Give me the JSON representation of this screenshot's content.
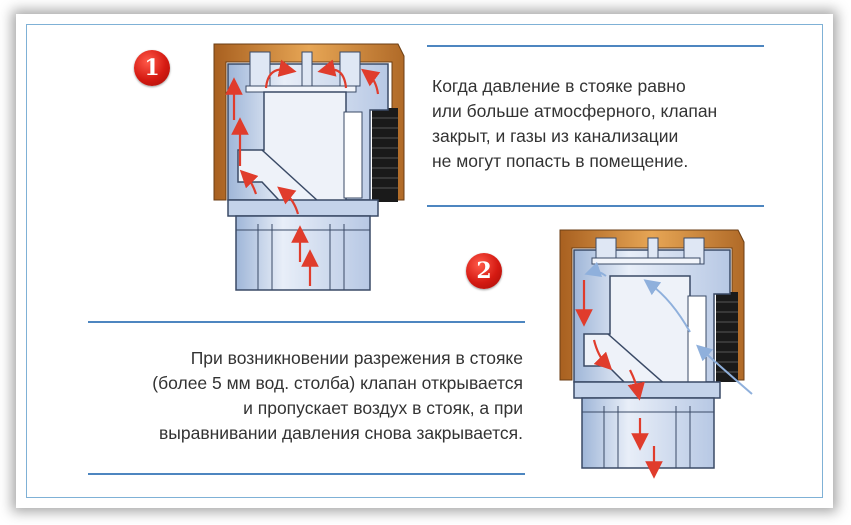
{
  "step1": {
    "badge": "1",
    "lines": [
      "Когда давление в стояке равно",
      "или больше атмосферного, клапан",
      "закрыт, и газы из канализации",
      "не могут попасть в помещение."
    ]
  },
  "step2": {
    "badge": "2",
    "lines": [
      "При возникновении разрежения в стояке",
      "(более 5 мм вод. столба) клапан открывается",
      "и пропускает воздух в стояк, а при",
      "выравнивании давления снова закрывается."
    ]
  },
  "colors": {
    "frame": "#7fb1d6",
    "rule": "#4d86c0",
    "badge": "#d51a12",
    "cap": "#c07a30",
    "body": "#c9d8ee",
    "arrow_red": "#e03c2c",
    "arrow_blue": "#8fb0dc"
  }
}
